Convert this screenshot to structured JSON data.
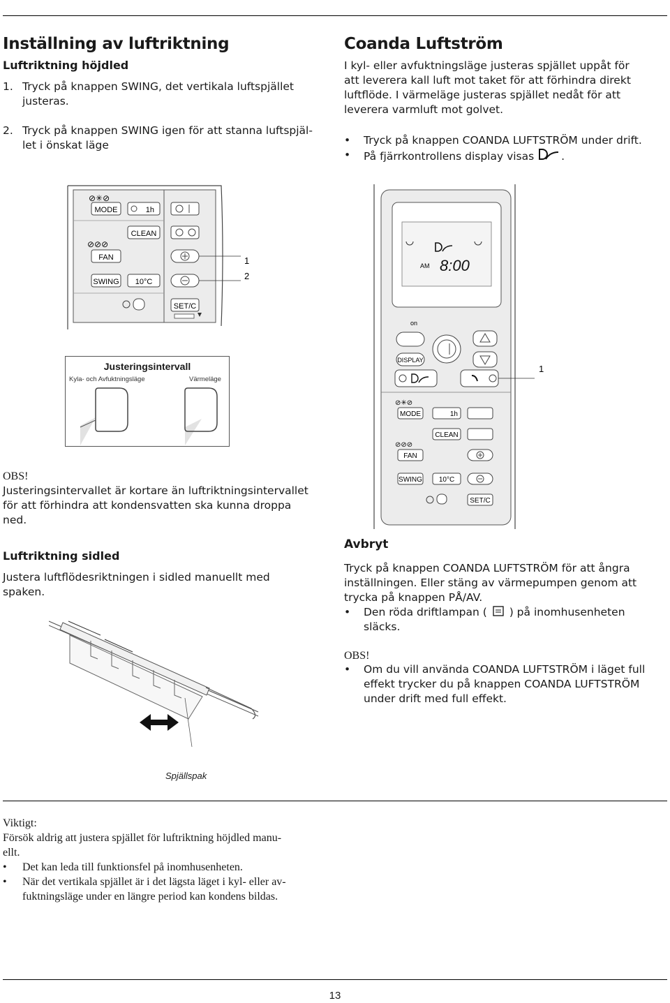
{
  "left_top": {
    "title": "Inställning av luftriktning",
    "subtitle": "Luftriktning höjdled",
    "steps": [
      {
        "num": "1.",
        "line1": "Tryck på knappen SWING, det vertikala luftspjället",
        "line2": "justeras."
      },
      {
        "num": "2.",
        "line1": "Tryck på knappen SWING igen för att stanna luftspjäl-",
        "line2": "let i önskat läge"
      }
    ]
  },
  "right_top": {
    "title": "Coanda Luftström",
    "para_lines": [
      "I kyl- eller avfuktningsläge justeras spjället uppåt för",
      "att leverera kall luft mot taket för att förhindra direkt",
      "luftflöde. I värmeläge justeras spjället nedåt för att",
      "leverera varmluft mot golvet."
    ],
    "bullet1": "Tryck på knappen COANDA LUFTSTRÖM under drift.",
    "bullet2_text": "På fjärrkontrollens display visas",
    "bullet2_end": ".",
    "bullet_char": "•"
  },
  "remote_panel": {
    "mode": "MODE",
    "timer1h": "1h",
    "clean": "CLEAN",
    "fan": "FAN",
    "swing": "SWING",
    "temp10": "10°C",
    "setc": "SET/C",
    "callout1": "1",
    "callout2": "2"
  },
  "remote_full": {
    "am": "AM",
    "time": "8:00",
    "ion": "on",
    "display": "DISPLAY",
    "callout": "1",
    "mode": "MODE",
    "timer1h": "1h",
    "clean": "CLEAN",
    "fan": "FAN",
    "swing": "SWING",
    "temp10": "10°C",
    "setc": "SET/C"
  },
  "range": {
    "title": "Justeringsintervall",
    "left_label": "Kyla- och Avfuktningsläge",
    "right_label": "Värmeläge"
  },
  "obs_left": {
    "heading": "OBS!",
    "lines": [
      "Justeringsintervallet är kortare än luftriktningsintervallet",
      "för att förhindra att kondensvatten ska kunna droppa",
      "ned."
    ]
  },
  "side": {
    "title": "Luftriktning sidled",
    "lines": [
      "Justera luftflödesriktningen i sidled manuellt med",
      "spaken."
    ],
    "caption": "Spjällspak"
  },
  "avbryt": {
    "title": "Avbryt",
    "lines": [
      "Tryck på knappen COANDA LUFTSTRÖM för att ångra",
      "inställningen. Eller stäng av värmepumpen genom att",
      "trycka på knappen PÅ/AV."
    ],
    "bullet_a": "Den röda driftlampan (",
    "bullet_b": ") på inomhusenheten",
    "bullet_c": "släcks.",
    "obs": "OBS!",
    "obs_lines": [
      "Om du vill använda COANDA LUFTSTRÖM i läget full",
      "effekt trycker du på knappen COANDA LUFTSTRÖM",
      "under drift med full effekt."
    ]
  },
  "viktigt": {
    "heading": "Viktigt:",
    "lines": [
      "Försök aldrig att justera spjället för luftriktning höjdled manu-",
      "ellt."
    ],
    "bullets": [
      [
        "Det kan leda till funktionsfel på inomhusenheten."
      ],
      [
        "När det vertikala spjället är i det lägsta läget i kyl- eller av-",
        "fuktningsläge under en längre period kan kondens bildas."
      ]
    ]
  },
  "page_number": "13"
}
